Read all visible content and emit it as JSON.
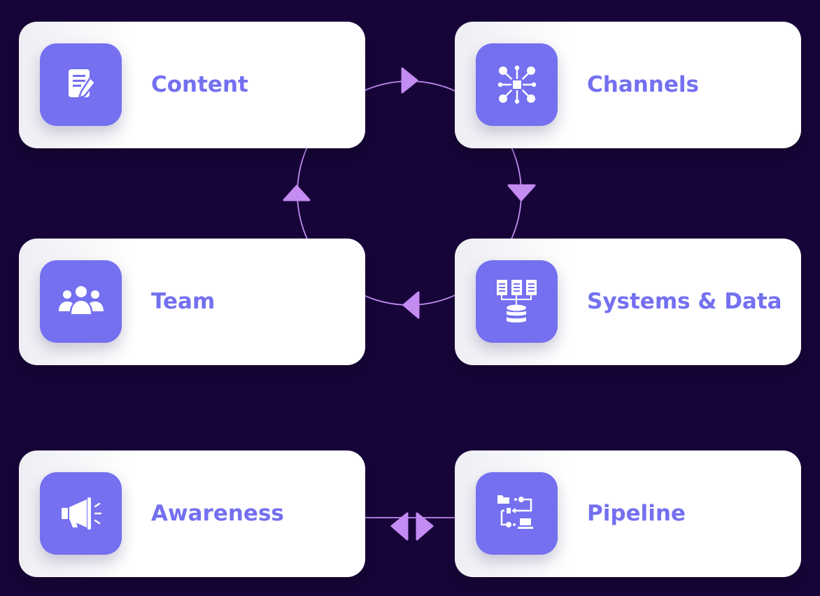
{
  "cards": {
    "content": {
      "label": "Content",
      "icon": "document-edit-icon"
    },
    "channels": {
      "label": "Channels",
      "icon": "network-hub-icon"
    },
    "team": {
      "label": "Team",
      "icon": "users-group-icon"
    },
    "systems_data": {
      "label": "Systems & Data",
      "icon": "database-servers-icon"
    },
    "awareness": {
      "label": "Awareness",
      "icon": "megaphone-icon"
    },
    "pipeline": {
      "label": "Pipeline",
      "icon": "workflow-pipeline-icon"
    }
  },
  "colors": {
    "background": "#17053a",
    "card": "#ffffff",
    "accent": "#7470f0",
    "connector": "#c48bf2"
  }
}
